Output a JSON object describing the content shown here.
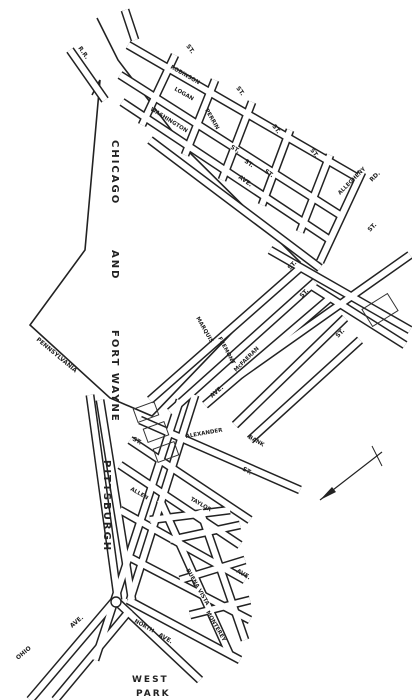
{
  "map": {
    "big_labels": {
      "chicago": "CHICAGO",
      "and": "AND",
      "fort_wayne": "FORT WAYNE",
      "pittsburgh": "PITTSBURGH",
      "pennsylvania": "PENNSYLVANIA",
      "west": "WEST",
      "park": "PARK"
    },
    "street_labels": {
      "rr": "R.R.",
      "st_1": "ST.",
      "robinson": "ROBINSON",
      "logan": "LOGAN",
      "st_2": "ST.",
      "st_3": "ST.",
      "washington": "WASHINGTON",
      "st_4": "ST.",
      "perrin": "PERRIN",
      "st_5": "ST.",
      "ave_1": "AVE.",
      "st_6": "ST.",
      "st_7": "ST.",
      "allegheny": "ALLEGHENY",
      "rd": "RD.",
      "st_8": "ST.",
      "st_9": "ST.",
      "marquis": "MARQUIS",
      "fremont": "FREMONT",
      "st_10": "ST.",
      "st_11": "ST.",
      "ave_2": "AVE.",
      "mcfaeran": "McFAERAN",
      "alexander": "ALEXANDER",
      "bank": "BANK",
      "st_12": "ST.",
      "st_13": "ST.",
      "taylor": "TAYLOR",
      "allen": "ALLEN",
      "buena_vista": "BUENA VISTA",
      "monterey": "MONTEREY",
      "ave_3": "AVE.",
      "north": "NORTH",
      "ave_4": "AVE.",
      "ohio": "OHIO",
      "ave_5": "AVE."
    }
  }
}
